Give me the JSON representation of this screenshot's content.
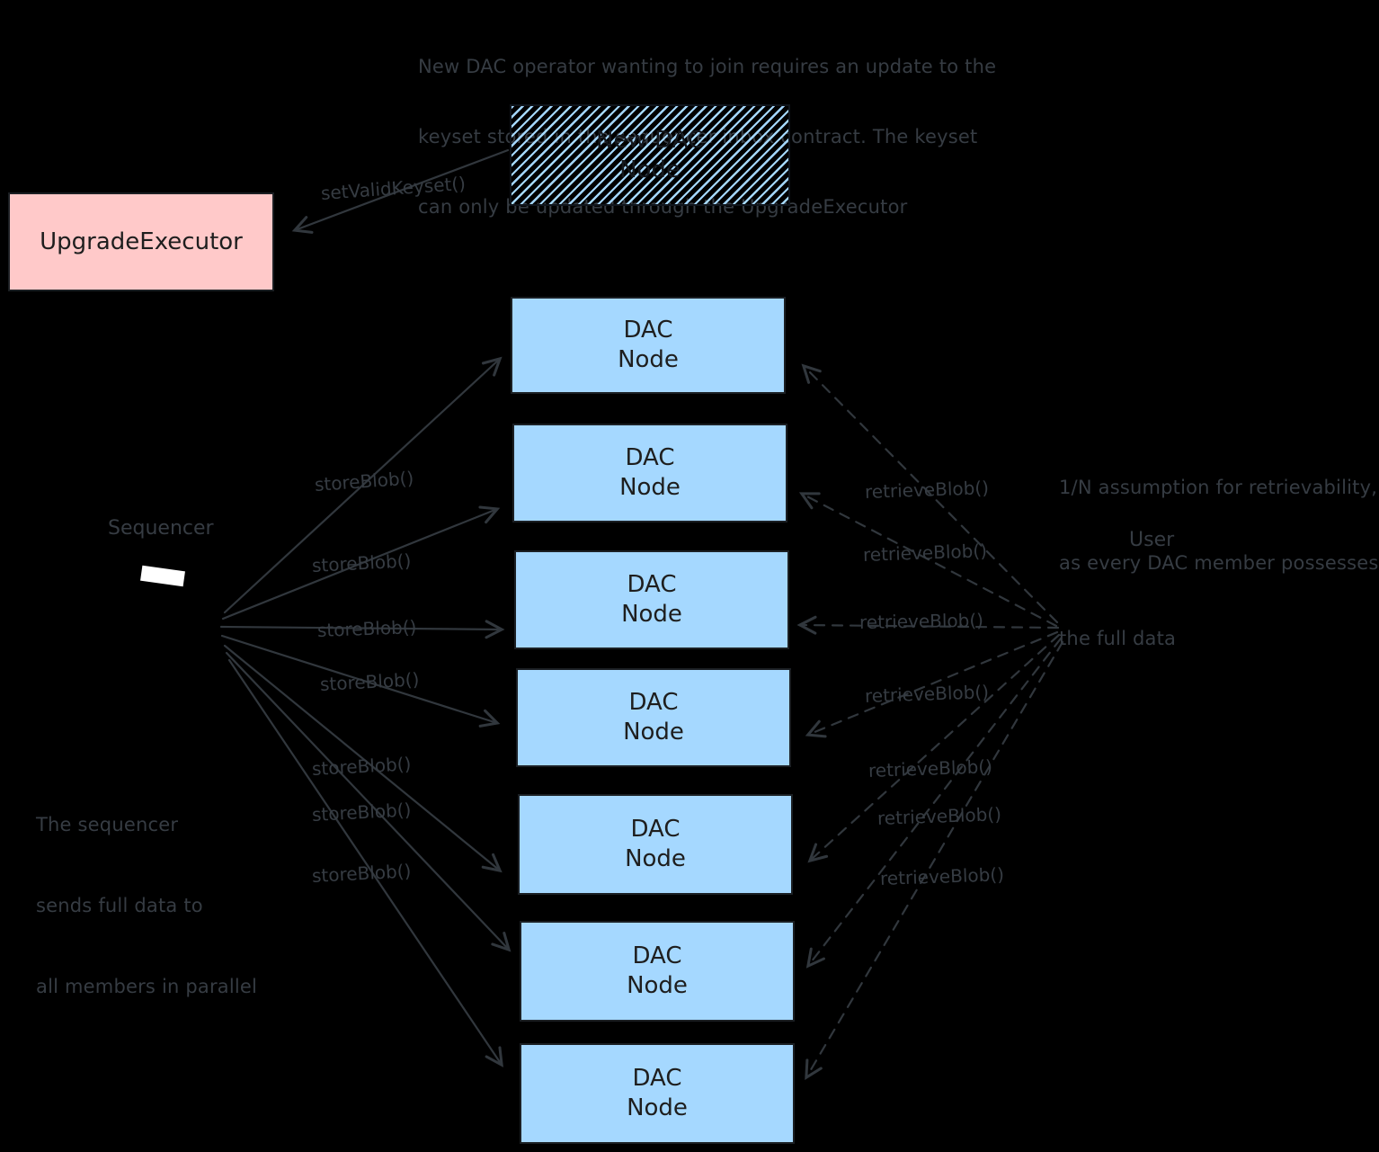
{
  "title_note": {
    "lines": [
      "New DAC operator wanting to join requires an update to the",
      "keyset stored in the sequencer inbox contract. The keyset",
      "can only be updated through the UpgradeExecutor"
    ]
  },
  "boxes": {
    "new_dac_node": {
      "line1": "New DAC",
      "line2": "Node"
    },
    "upgrade_executor": {
      "label": "UpgradeExecutor"
    },
    "dac_node": {
      "line1": "DAC",
      "line2": "Node"
    },
    "dac_node_count": 7
  },
  "actors": {
    "sequencer": "Sequencer",
    "user": "User"
  },
  "edge_labels": {
    "set_valid_keyset": "setValidKeyset()",
    "store_blob": "storeBlob()",
    "retrieve_blob": "retrieveBlob()"
  },
  "notes": {
    "retrievability": {
      "lines": [
        "1/N assumption for retrievability,",
        "as every DAC member possesses",
        "the full data"
      ]
    },
    "parallel": {
      "lines": [
        "The sequencer",
        "sends full data to",
        "all members in parallel"
      ]
    }
  },
  "colors": {
    "background": "#000000",
    "dac_node_fill": "#a5d8ff",
    "upgrade_executor_fill": "#ffc9c9",
    "hatch_stroke": "#a5d8ff",
    "line_stroke": "#31373d",
    "label_text": "#363c43",
    "box_text": "#1e1e1e",
    "sequencer_icon_fill": "#ffffff"
  }
}
